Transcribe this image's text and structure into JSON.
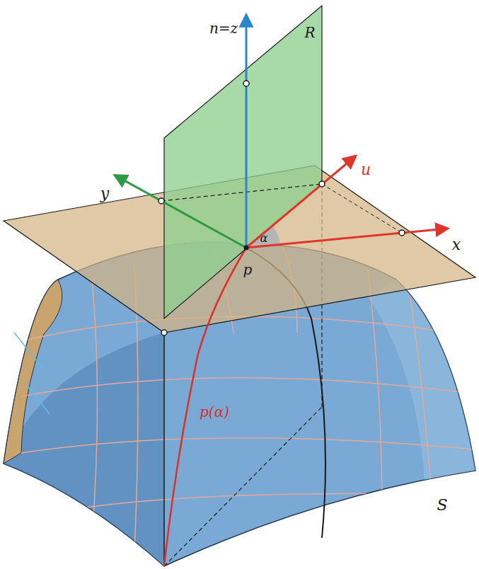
{
  "diagram": {
    "labels": [
      "n=z",
      "R",
      "u",
      "y",
      "x",
      "α",
      "p",
      "p(α)",
      "S"
    ]
  }
}
